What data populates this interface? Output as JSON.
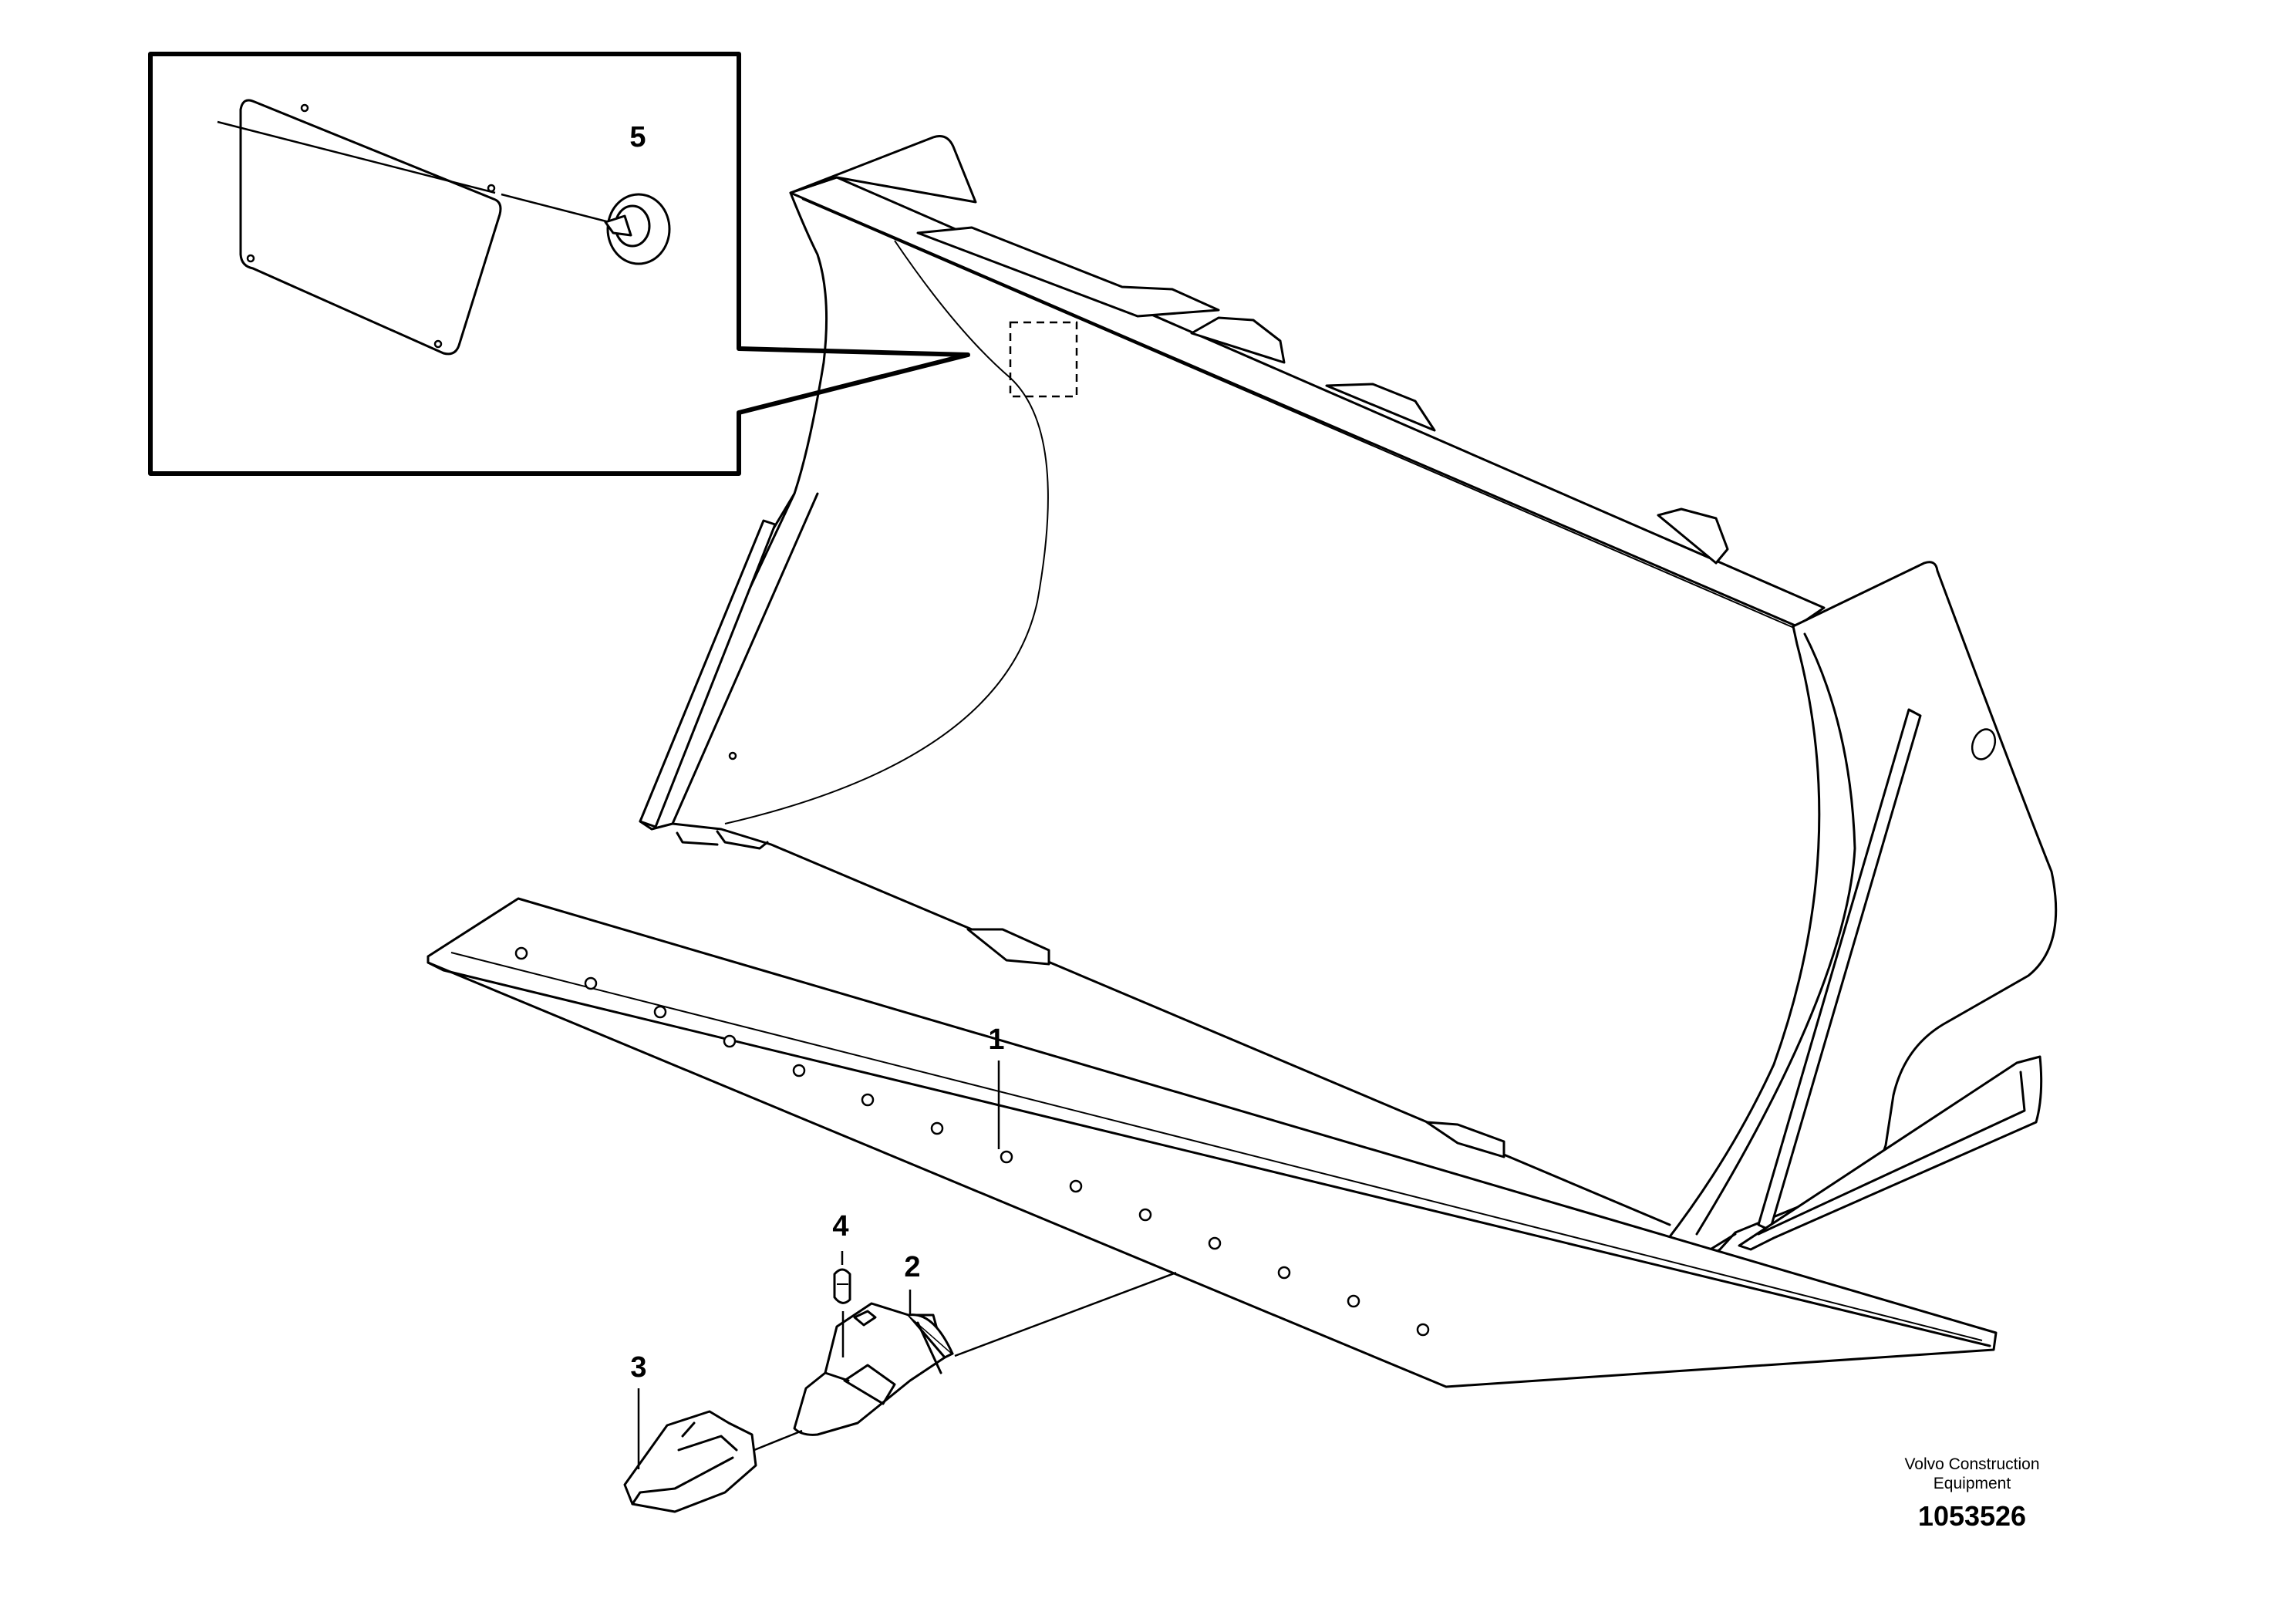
{
  "callouts": [
    {
      "id": "1",
      "label": "1"
    },
    {
      "id": "2",
      "label": "2"
    },
    {
      "id": "3",
      "label": "3"
    },
    {
      "id": "4",
      "label": "4"
    },
    {
      "id": "5",
      "label": "5"
    }
  ],
  "footer": {
    "company_line1": "Volvo Construction",
    "company_line2": "Equipment",
    "drawing_number": "1053526"
  }
}
